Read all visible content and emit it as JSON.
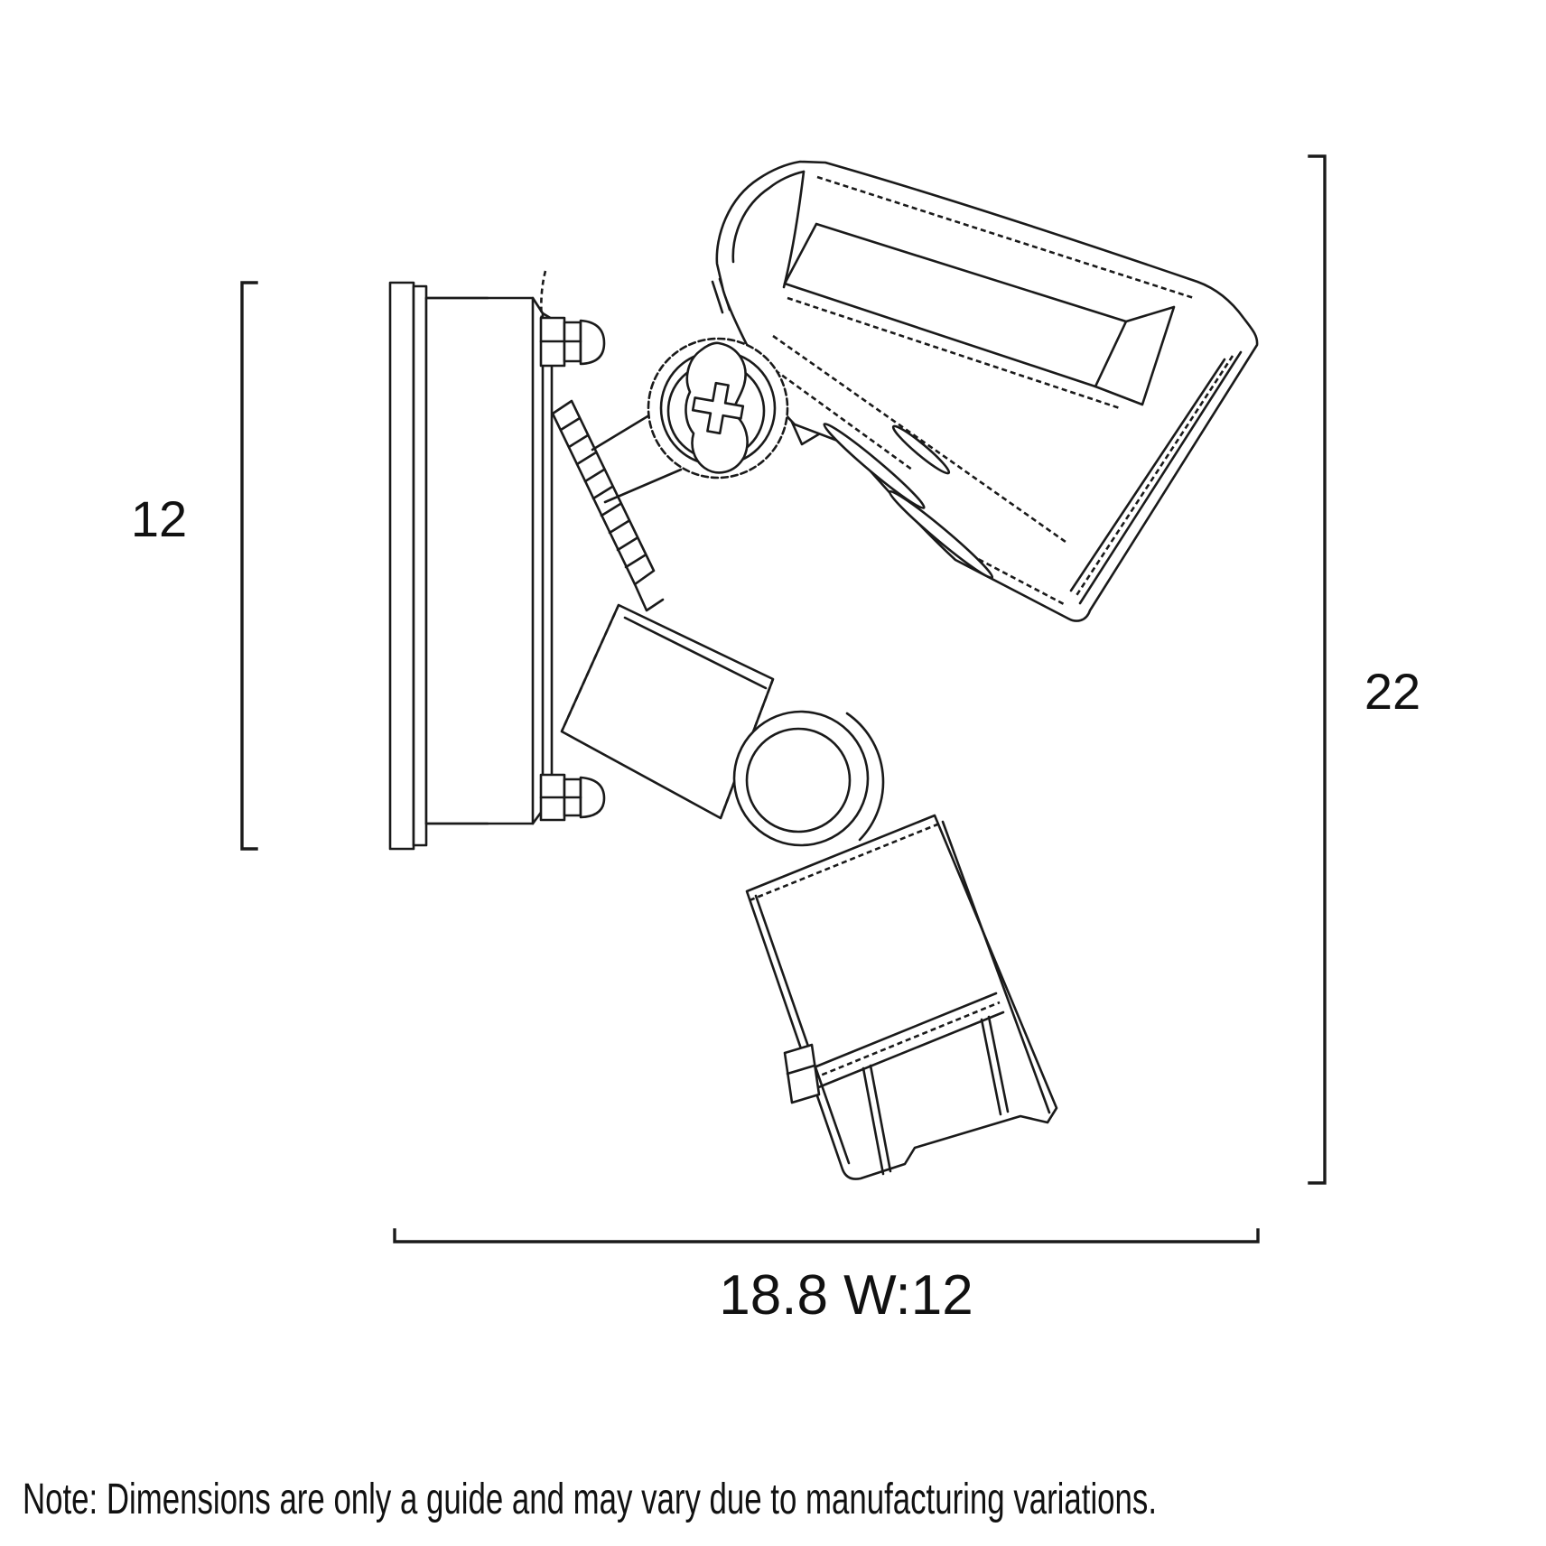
{
  "page": {
    "background": "#ffffff",
    "line_color": "#1a1a1a",
    "text_color": "#111111"
  },
  "diagram": {
    "dimension_left": "12",
    "dimension_right": "22",
    "dimension_bottom": "18.8 W:12",
    "note": "Note: Dimensions are only a guide and may vary due to manufacturing variations."
  }
}
